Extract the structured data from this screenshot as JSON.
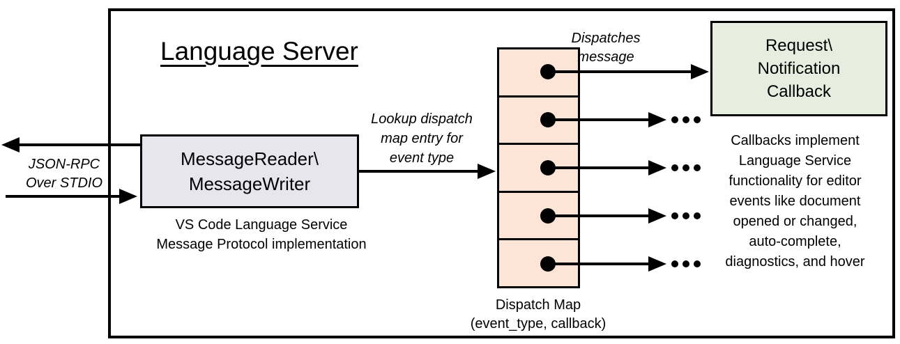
{
  "diagram": {
    "title": "Language Server",
    "message_box": {
      "label": "MessageReader\\\nMessageWriter",
      "caption": "VS Code Language Service\nMessage Protocol implementation",
      "fill": "#E7E5EE"
    },
    "json_rpc_label": "JSON-RPC\nOver STDIO",
    "lookup_label": "Lookup dispatch\nmap entry for\nevent type",
    "dispatches_label": "Dispatches\nmessage",
    "dispatch_map": {
      "label": "Dispatch Map\n(event_type, callback)",
      "cell_count": 5,
      "fill": "#FCE5D6"
    },
    "callback_box": {
      "label": "Request\\\nNotification\nCallback",
      "fill": "#E7EEDF"
    },
    "callbacks_note": "Callbacks implement\nLanguage Service\nfunctionality for editor\nevents like document\nopened or changed,\nauto-complete,\ndiagnostics, and hover",
    "colors": {
      "stroke": "#000000",
      "background": "#FFFFFF"
    }
  }
}
